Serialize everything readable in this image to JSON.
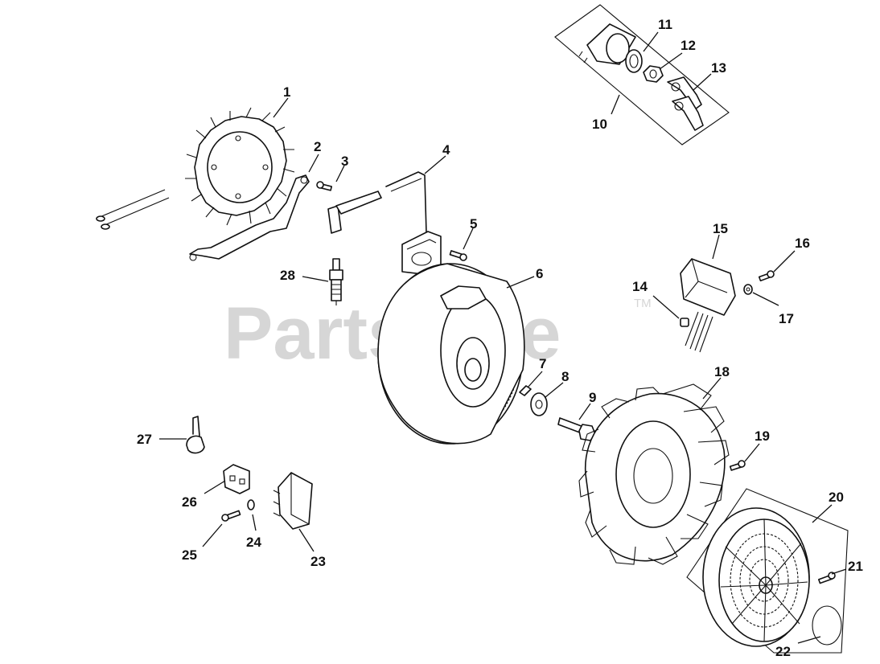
{
  "watermark": {
    "text": "PartsTree",
    "trademark": "TM"
  },
  "callouts": [
    {
      "id": "1",
      "label": "1"
    },
    {
      "id": "2",
      "label": "2"
    },
    {
      "id": "3",
      "label": "3"
    },
    {
      "id": "4",
      "label": "4"
    },
    {
      "id": "5",
      "label": "5"
    },
    {
      "id": "6",
      "label": "6"
    },
    {
      "id": "7",
      "label": "7"
    },
    {
      "id": "8",
      "label": "8"
    },
    {
      "id": "9",
      "label": "9"
    },
    {
      "id": "10",
      "label": "10"
    },
    {
      "id": "11",
      "label": "11"
    },
    {
      "id": "12",
      "label": "12"
    },
    {
      "id": "13",
      "label": "13"
    },
    {
      "id": "14",
      "label": "14"
    },
    {
      "id": "15",
      "label": "15"
    },
    {
      "id": "16",
      "label": "16"
    },
    {
      "id": "17",
      "label": "17"
    },
    {
      "id": "18",
      "label": "18"
    },
    {
      "id": "19",
      "label": "19"
    },
    {
      "id": "20",
      "label": "20"
    },
    {
      "id": "21",
      "label": "21"
    },
    {
      "id": "22",
      "label": "22"
    },
    {
      "id": "23",
      "label": "23"
    },
    {
      "id": "24",
      "label": "24"
    },
    {
      "id": "25",
      "label": "25"
    },
    {
      "id": "26",
      "label": "26"
    },
    {
      "id": "27",
      "label": "27"
    },
    {
      "id": "28",
      "label": "28"
    }
  ]
}
